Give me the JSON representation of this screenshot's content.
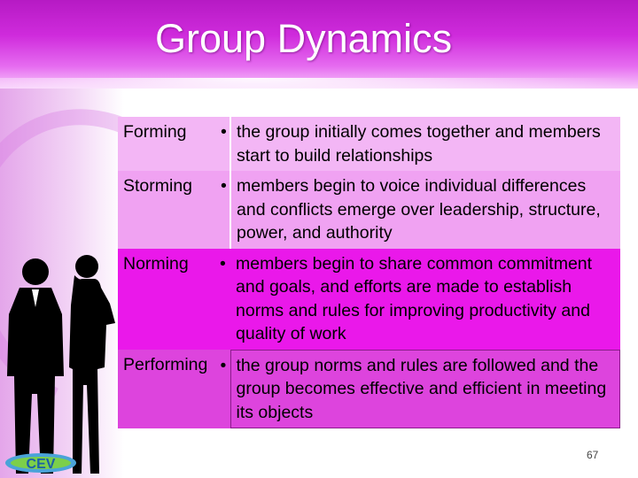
{
  "slide": {
    "title": "Group Dynamics",
    "page_number": "67",
    "logo_text": "CEV"
  },
  "stages": [
    {
      "name": "Forming",
      "description": "the group initially comes together and members start to build relationships"
    },
    {
      "name": "Storming",
      "description": "members begin to voice individual differences and conflicts emerge over leadership, structure, power, and authority"
    },
    {
      "name": "Norming",
      "description": "members begin to share common commitment and goals, and efforts are made to establish norms and rules for improving productivity and quality of work"
    },
    {
      "name": "Performing",
      "description": "the group norms and rules are followed and the group becomes effective and efficient in meeting its objects"
    }
  ],
  "colors": {
    "header": "#cf2bdc",
    "row_forming": "#f3b6f5",
    "row_storming": "#f0a2f2",
    "row_norming": "#ea18ea",
    "row_performing": "#dd44dd"
  }
}
